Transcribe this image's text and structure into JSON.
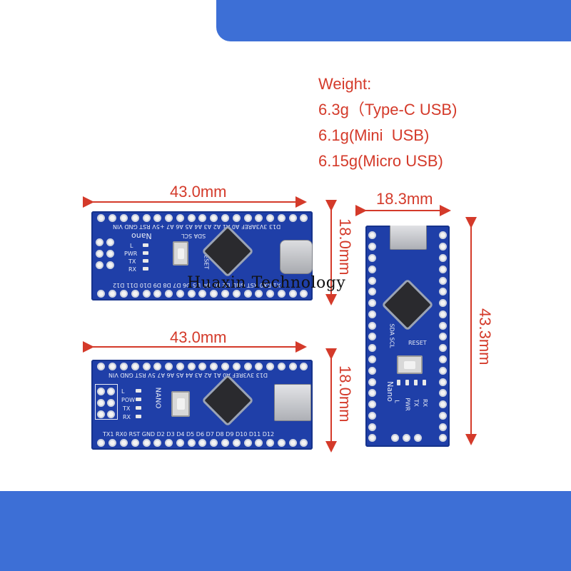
{
  "weight": {
    "title": "Weight:",
    "lines": [
      "6.3g（Type-C USB)",
      "6.1g(Mini  USB)",
      "6.15g(Micro USB)"
    ]
  },
  "dimensions": {
    "board_top_width": "43.0mm",
    "board_top_height": "18.0mm",
    "board_bottom_width": "43.0mm",
    "board_bottom_height": "18.0mm",
    "board_right_width": "18.3mm",
    "board_right_height": "43.3mm"
  },
  "watermark": "Huaxin Technology",
  "silkscreen": {
    "board_top_row_top": "D13 3V3AREF A0  A1  A2  A3  A4  A5  A6  A7 +5V RST GND VIN",
    "board_top_row_bottom": "TX1 RX0 RST GND D2  D3  D4  D5  D6  D7  D8  D9 D10 D11 D12",
    "board_top_label": "Nano",
    "board_top_sub": "SDA SCL",
    "board_top_leds": [
      "L",
      "PWR",
      "TX",
      "RX"
    ],
    "board_top_reset": "RESET",
    "board_bottom_row_top": "D13 3V3REF A0  A1  A2  A3  A4  A5  A6  A7  5V RST GND VIN",
    "board_bottom_row_bottom": "TX1 RX0 RST GND D2  D3  D4  D5  D6  D7  D8  D9 D10 D11 D12",
    "board_bottom_label": "NANO",
    "board_bottom_leds": [
      "L",
      "POW",
      "TX",
      "RX"
    ],
    "board_right_label": "Nano",
    "board_right_reset": "RESET",
    "board_right_sub": "SDA SCL",
    "board_right_leds": [
      "L",
      "PWR",
      "TX",
      "RX"
    ]
  },
  "colors": {
    "banner": "#3d6fd6",
    "dimension_red": "#d43a2a",
    "pcb_blue": "#1f3fa8"
  }
}
